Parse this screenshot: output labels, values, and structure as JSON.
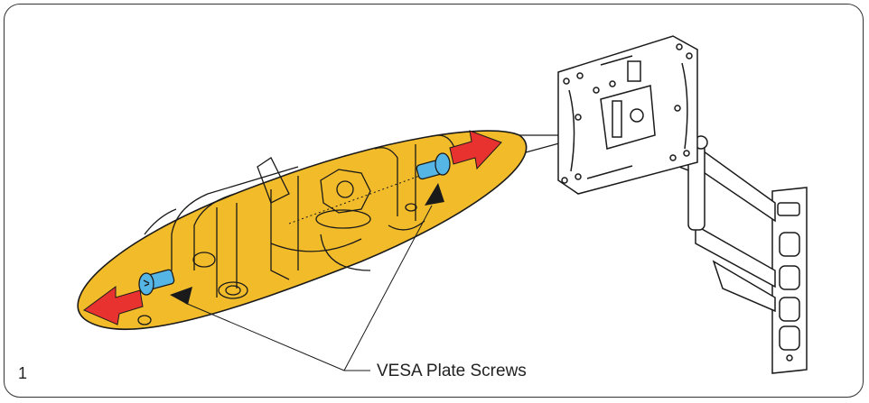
{
  "figure": {
    "step_number": "1",
    "callout_label": "VESA Plate Screws"
  },
  "colors": {
    "zoom_fill": "#f2bb2a",
    "arrow_red": "#e8322f",
    "screw_blue": "#55b6e6",
    "outline": "#1a1a1a"
  },
  "icons": {
    "arrow_pointer": "black-triangle-pointer",
    "direction": "red-direction-arrow"
  }
}
